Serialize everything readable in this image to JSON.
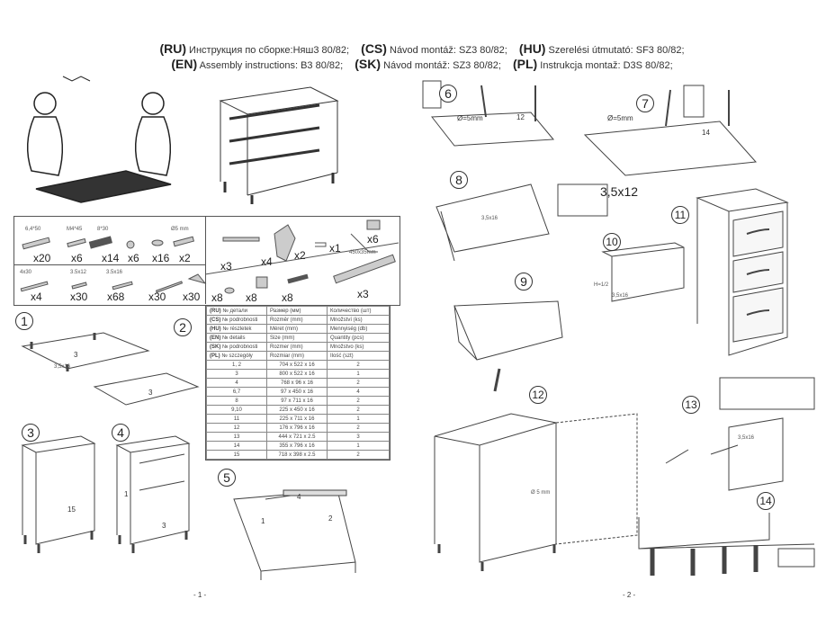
{
  "header": {
    "line1": [
      {
        "code": "(RU)",
        "text": "Инструкция по сборке:Няш3 80/82;"
      },
      {
        "code": "(CS)",
        "text": "Návod montáž: SZ3 80/82;"
      },
      {
        "code": "(HU)",
        "text": "Szerelési útmutató: SF3 80/82;"
      }
    ],
    "line2": [
      {
        "code": "(EN)",
        "text": "Assembly instructions: B3 80/82;"
      },
      {
        "code": "(SK)",
        "text": "Návod montáž: SZ3 80/82;"
      },
      {
        "code": "(PL)",
        "text": "Instrukcja montaž: D3S 80/82;"
      }
    ]
  },
  "hardware": {
    "row1": [
      {
        "label": "6,4*50",
        "count": "x20"
      },
      {
        "label": "M4*45",
        "count": "x6"
      },
      {
        "label": "8*30",
        "count": "x14"
      },
      {
        "label": "",
        "count": "x6"
      },
      {
        "label": "",
        "count": "x16"
      },
      {
        "label": "Ø5 mm",
        "count": "x2"
      }
    ],
    "row2": [
      {
        "label": "4x30",
        "count": "x4"
      },
      {
        "label": "3.5x12",
        "count": "x30"
      },
      {
        "label": "3.5x16",
        "count": "x68"
      },
      {
        "label": "",
        "count": "x30"
      },
      {
        "label": "",
        "count": "x30"
      }
    ],
    "right_top": [
      "x3",
      "x4",
      "x2",
      "x1",
      "x6"
    ],
    "right_bottom": [
      {
        "label": "",
        "count": "x8"
      },
      {
        "label": "",
        "count": "x8"
      },
      {
        "label": "",
        "count": "x8"
      },
      {
        "label": "450x35mm",
        "count": "x3"
      }
    ]
  },
  "parts_table": {
    "headers": [
      [
        "(RU)",
        "№ детали",
        "Размер (мм)",
        "Количество (шт)"
      ],
      [
        "(CS)",
        "№ podrobnosti",
        "Rozměr (mm)",
        "Množství (ks)"
      ],
      [
        "(HU)",
        "№ részletek",
        "Méret (mm)",
        "Mennyiség (db)"
      ],
      [
        "(EN)",
        "№ details",
        "Size (mm)",
        "Quantity (pcs)"
      ],
      [
        "(SK)",
        "№ podrobnosti",
        "Rozmer (mm)",
        "Množstvo (ks)"
      ],
      [
        "(PL)",
        "№ szczegóły",
        "Rozmiar (mm)",
        "Ilość (szt)"
      ]
    ],
    "rows": [
      [
        "1, 2",
        "704 x 522 x 16",
        "2"
      ],
      [
        "3",
        "800 x 522 x 16",
        "1"
      ],
      [
        "4",
        "768 x 96 x 16",
        "2"
      ],
      [
        "6,7",
        "97 x 450 x 16",
        "4"
      ],
      [
        "8",
        "97 x 711 x 16",
        "2"
      ],
      [
        "9,10",
        "225 x 450 x 16",
        "2"
      ],
      [
        "11",
        "225 x 711 x 16",
        "1"
      ],
      [
        "12",
        "176 x 796 x 16",
        "2"
      ],
      [
        "13",
        "444 x 721 x 2.5",
        "3"
      ],
      [
        "14",
        "355 x 796 x 16",
        "1"
      ],
      [
        "15",
        "718 x 398 x 2.5",
        "2"
      ]
    ]
  },
  "steps": [
    "1",
    "2",
    "3",
    "4",
    "5",
    "6",
    "7",
    "8",
    "9",
    "10",
    "11",
    "12",
    "13",
    "14"
  ],
  "callouts": {
    "s1_screw": "3,5x16",
    "s6_drill": "Ø=5mm",
    "s6_part": "12",
    "s7_drill": "Ø=5mm",
    "s7_part": "14",
    "s8_screw": "3,5x12",
    "s8_small": "3,5x16",
    "s10_h": "H=1/2",
    "s10_screw": "3,5x16",
    "s12_drill": "Ø 5 mm",
    "s13_screw": "3,5x16",
    "part3": "3",
    "part15": "15",
    "part1": "1",
    "part2": "2",
    "part4": "4"
  },
  "page_numbers": [
    "- 1 -",
    "- 2 -"
  ]
}
